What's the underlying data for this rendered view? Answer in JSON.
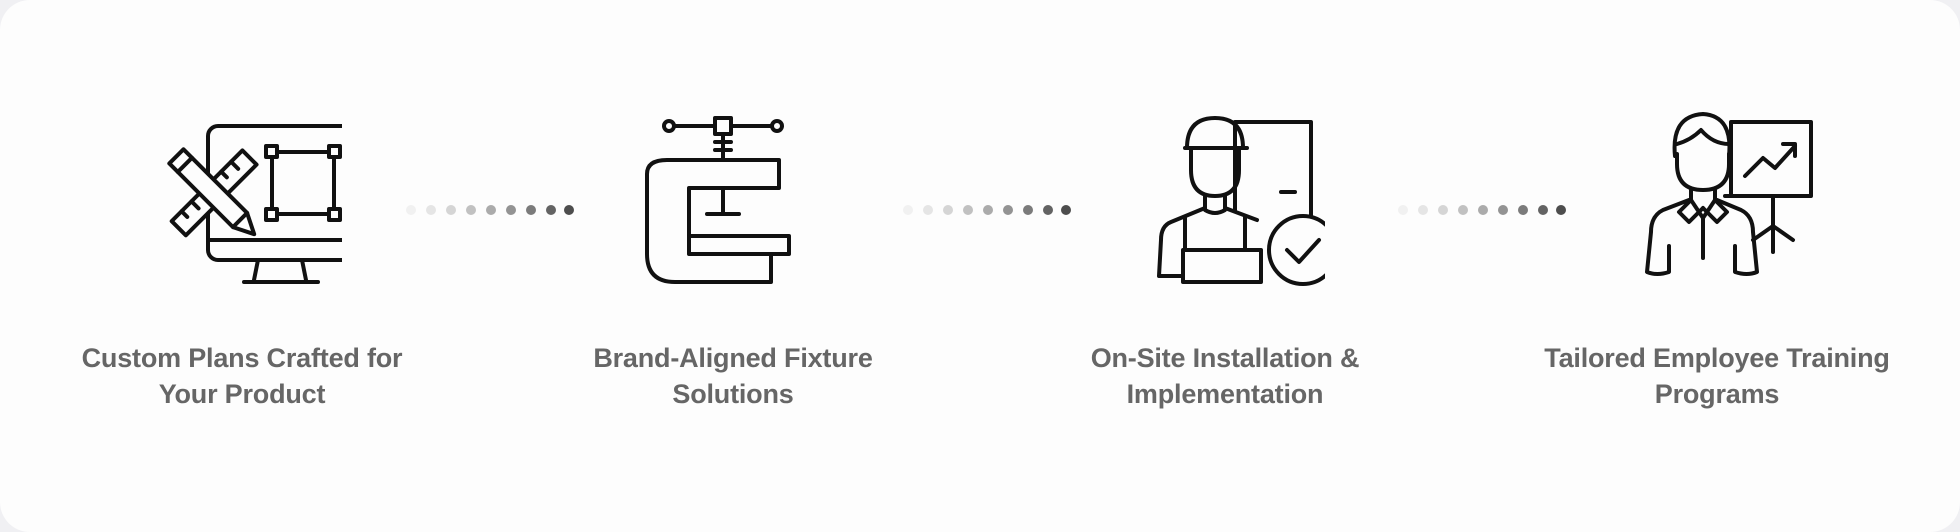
{
  "steps": [
    {
      "label": "Custom Plans Crafted for Your Product",
      "icon": "design-plan-icon"
    },
    {
      "label": "Brand-Aligned Fixture Solutions",
      "icon": "clamp-fixture-icon"
    },
    {
      "label": "On-Site Installation & Implementation",
      "icon": "installer-worker-icon"
    },
    {
      "label": "Tailored Employee Training Programs",
      "icon": "trainer-presentation-icon"
    }
  ],
  "colors": {
    "icon_stroke": "#111111",
    "label_text": "#666666",
    "panel_bg": "#fdfdfd",
    "page_bg": "#f0f0f3"
  }
}
